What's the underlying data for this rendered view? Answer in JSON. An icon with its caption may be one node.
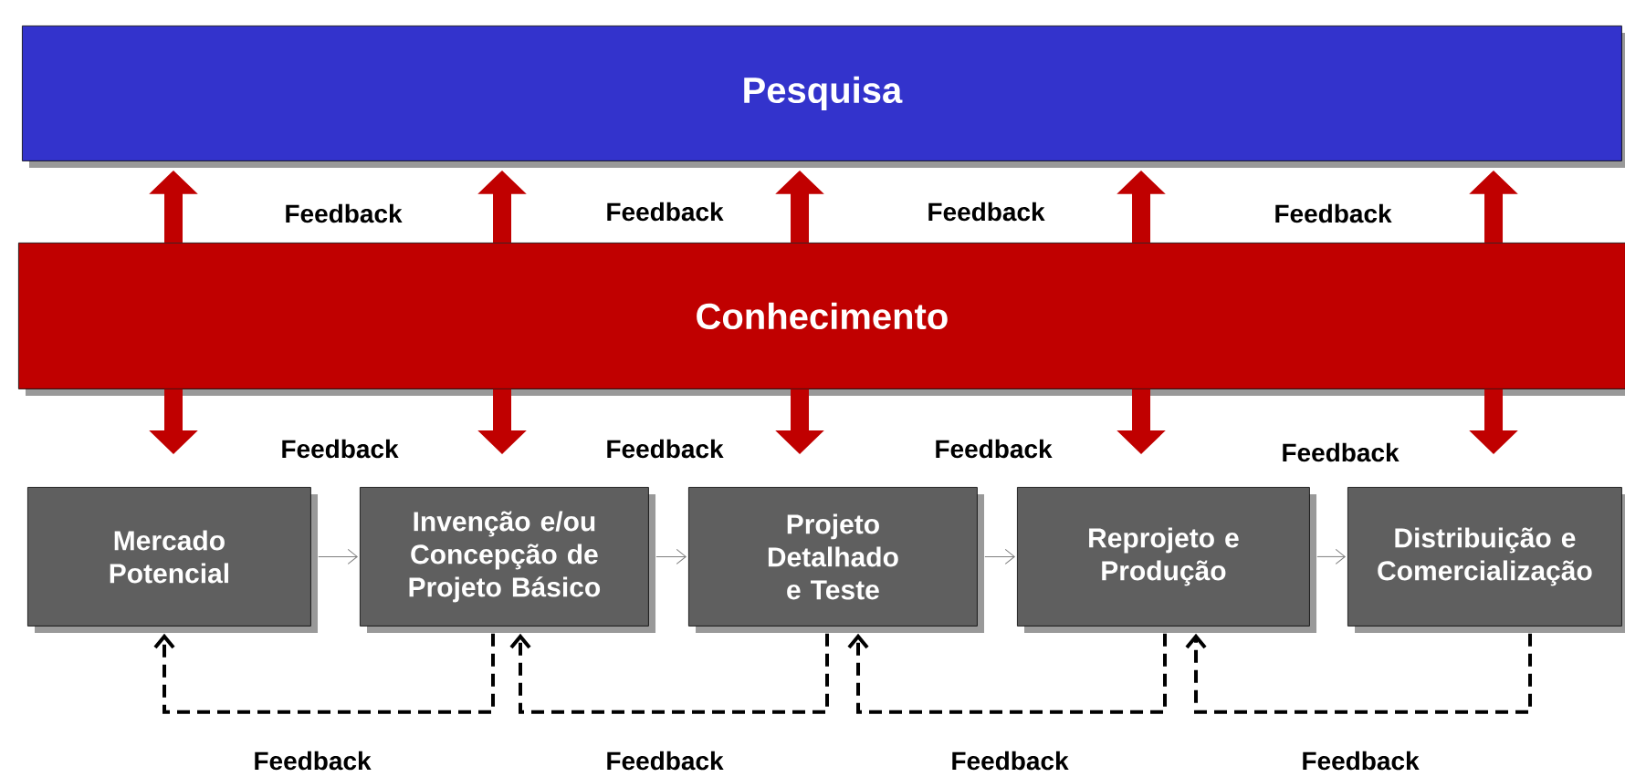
{
  "diagram": {
    "nodes": [
      {
        "text": [
          "Pesquisa"
        ]
      },
      {
        "text": [
          "Conhecimento"
        ]
      },
      {
        "text": [
          "Mercado Potencial"
        ]
      },
      {
        "text": [
          "Invenção e/ou Concepção de Projeto Básico"
        ]
      },
      {
        "text": [
          "Projeto Detalhado e Teste"
        ]
      },
      {
        "text": [
          "Reprojeto e Produção"
        ]
      },
      {
        "text": [
          "Distribuição e Comercialização"
        ]
      }
    ],
    "edges": [
      {
        "from": 1,
        "to": 0,
        "arrow": "to"
      },
      {
        "from": 1,
        "to": 0,
        "arrow": "to"
      },
      {
        "from": 1,
        "to": 0,
        "arrow": "to"
      },
      {
        "from": 1,
        "to": 0,
        "arrow": "to"
      },
      {
        "from": 1,
        "to": 0,
        "arrow": "to"
      },
      {
        "from": 1,
        "to": 2,
        "arrow": "to"
      },
      {
        "from": 1,
        "to": 3,
        "arrow": "to"
      },
      {
        "from": 1,
        "to": 4,
        "arrow": "to"
      },
      {
        "from": 1,
        "to": 5,
        "arrow": "to"
      },
      {
        "from": 1,
        "to": 6,
        "arrow": "to"
      },
      {
        "from": 2,
        "to": 3,
        "arrow": "to",
        "color": "#7f7f7f"
      },
      {
        "from": 3,
        "to": 4,
        "arrow": "to",
        "color": "#7f7f7f"
      },
      {
        "from": 4,
        "to": 5,
        "arrow": "to",
        "color": "#7f7f7f"
      },
      {
        "from": 5,
        "to": 6,
        "arrow": "to",
        "color": "#7f7f7f"
      },
      {
        "from": 3,
        "to": 2,
        "arrow": "to",
        "style": "dashed",
        "color": "#000000",
        "label": "Feedback"
      },
      {
        "from": 4,
        "to": 3,
        "arrow": "to",
        "style": "dashed",
        "color": "#000000",
        "label": "Feedback"
      },
      {
        "from": 5,
        "to": 4,
        "arrow": "to",
        "style": "dashed",
        "color": "#000000",
        "label": "Feedback"
      },
      {
        "from": 6,
        "to": 5,
        "arrow": "to",
        "style": "dashed",
        "color": "#000000",
        "label": "Feedback"
      }
    ],
    "labels": [
      "Feedback",
      "Feedback",
      "Feedback",
      "Feedback",
      "Feedback",
      "Feedback",
      "Feedback",
      "Feedback"
    ]
  }
}
